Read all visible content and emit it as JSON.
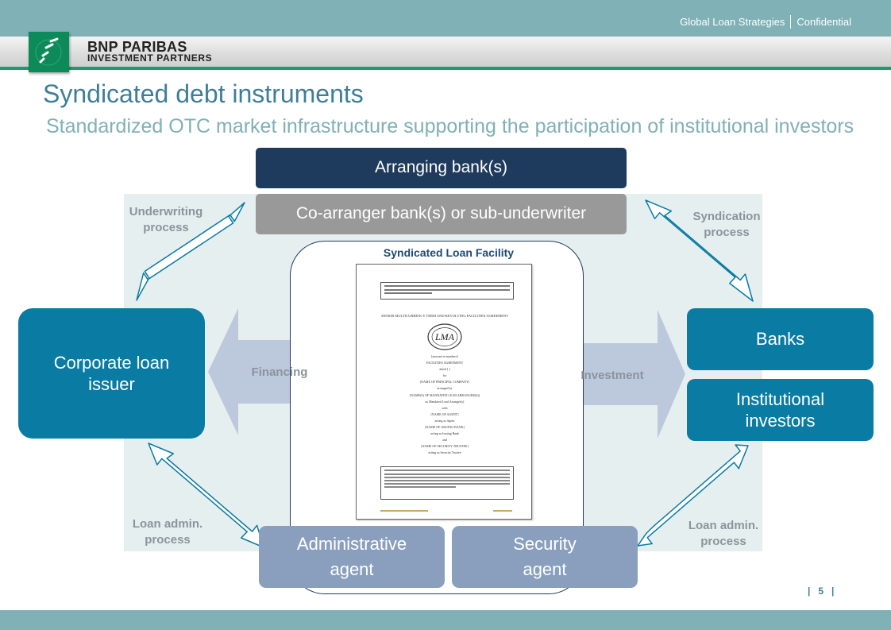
{
  "header": {
    "title": "Global Loan Strategies",
    "confidentiality": "Confidential"
  },
  "brand": {
    "line1": "BNP PARIBAS",
    "line2": "INVESTMENT PARTNERS"
  },
  "slide": {
    "title": "Syndicated debt instruments",
    "subtitle": "Standardized OTC market infrastructure supporting the participation of institutional investors",
    "page_number": "5"
  },
  "nodes": {
    "arranging": "Arranging bank(s)",
    "co_arranger": "Co-arranger bank(s) or sub-underwriter",
    "corporate_line1": "Corporate loan",
    "corporate_line2": "issuer",
    "banks": "Banks",
    "institutional_line1": "Institutional",
    "institutional_line2": "investors",
    "admin_line1": "Administrative",
    "admin_line2": "agent",
    "security_line1": "Security",
    "security_line2": "agent"
  },
  "processes": {
    "underwriting_line1": "Underwriting",
    "underwriting_line2": "process",
    "syndication_line1": "Syndication",
    "syndication_line2": "process",
    "loan_admin_left_line1": "Loan admin.",
    "loan_admin_left_line2": "process",
    "loan_admin_right_line1": "Loan admin.",
    "loan_admin_right_line2": "process"
  },
  "flows": {
    "financing": "Financing",
    "investment": "Investment"
  },
  "facility": {
    "label": "Syndicated Loan Facility",
    "doc_heading": "SENIOR MULTICURRENCY TERM AND REVOLVING FACILITIES AGREEMENT",
    "seal": "LMA",
    "lines": [
      "[amount in numbers]",
      "FACILITIES AGREEMENT",
      "dated [ ]",
      "for",
      "[NAME OF PRINCIPAL COMPANY]",
      "arranged by",
      "[NAME(S) OF MANDATED LEAD ARRANGER(S)]",
      "as Mandated Lead Arranger(s)",
      "with",
      "[NAME OF AGENT]",
      "acting as Agent",
      "[NAME OF ISSUING BANK]",
      "acting as Issuing Bank",
      "and",
      "[NAME OF SECURITY TRUSTEE]",
      "acting as Security Trustee"
    ]
  },
  "colors": {
    "navy": "#1e3a5c",
    "teal_blue": "#0a7ba2",
    "slate_blue": "#8a9fbe",
    "grey": "#999999",
    "header_teal": "#7fb1b6",
    "title_blue": "#3f7e98",
    "brand_green": "#0c8a5a"
  }
}
